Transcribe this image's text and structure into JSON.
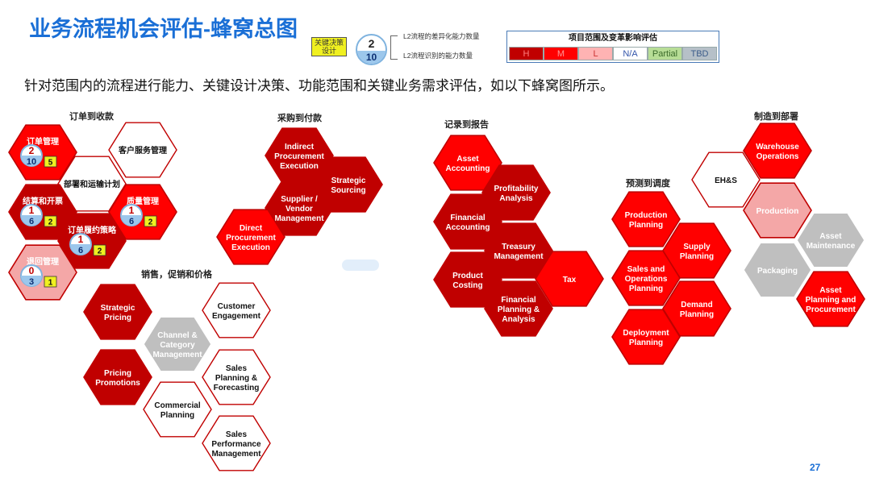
{
  "title": "业务流程机会评估-蜂窝总图",
  "subtitle": "针对范围内的流程进行能力、关键设计决策、功能范围和关键业务需求评估，如以下蜂窝图所示。",
  "page_number": "27",
  "legend": {
    "key_design": "关键决策设计",
    "count_top": "2",
    "count_bottom": "10",
    "line1": "L2流程的差异化能力数量",
    "line2": "L2流程识别的能力数量",
    "impact_title": "项目范围及变革影响评估",
    "impact_items": [
      {
        "label": "H",
        "bg": "#c00000",
        "fg": "#ff8080"
      },
      {
        "label": "M",
        "bg": "#ff0000",
        "fg": "#ff9a9a"
      },
      {
        "label": "L",
        "bg": "#ffb3b3",
        "fg": "#cc3333"
      },
      {
        "label": "N/A",
        "bg": "#ffffff",
        "fg": "#3355aa"
      },
      {
        "label": "Partial",
        "bg": "#b7dd96",
        "fg": "#3a6a2a"
      },
      {
        "label": "TBD",
        "bg": "#b6c0c8",
        "fg": "#3b5b8a"
      }
    ]
  },
  "groups": {
    "order_to_cash": "订单到收款",
    "procure_to_pay": "采购到付款",
    "record_to_report": "记录到报告",
    "make_to_deploy": "制造到部署",
    "forecast_to_schedule": "预测到调度",
    "sales_pricing": "销售，促销和价格"
  },
  "colors": {
    "H": "#c00000",
    "M": "#ff0000",
    "L": "#f4a7a7",
    "NA": "#ffffff",
    "Partial": "#b7dd96",
    "TBD": "#bfbfbf",
    "outline": "#c00000",
    "title": "#1a6fd6"
  },
  "hexagons": [
    {
      "id": "order-mgmt",
      "label": "订单管理",
      "level": "M",
      "cjk": true,
      "counts": [
        "2",
        "10"
      ],
      "key": "5"
    },
    {
      "id": "customer-service-mgmt",
      "label": "客户服务管理",
      "level": "NA",
      "cjk": true
    },
    {
      "id": "deploy-shipping-planning",
      "label": "部署和运输计划",
      "level": "NA",
      "cjk": true
    },
    {
      "id": "settlement-invoicing",
      "label": "结算和开票",
      "level": "H",
      "cjk": true,
      "counts": [
        "1",
        "6"
      ],
      "key": "2"
    },
    {
      "id": "quality-mgmt",
      "label": "质量管理",
      "level": "M",
      "cjk": true,
      "counts": [
        "1",
        "6"
      ],
      "key": "2"
    },
    {
      "id": "order-fulfillment-strategy",
      "label": "订单履约策略",
      "level": "H",
      "cjk": true,
      "counts": [
        "1",
        "6"
      ],
      "key": "2"
    },
    {
      "id": "returns-mgmt",
      "label": "退回管理",
      "level": "L",
      "cjk": true,
      "counts": [
        "0",
        "3"
      ],
      "key": "1"
    },
    {
      "id": "indirect-procurement-execution",
      "label": "Indirect Procurement Execution",
      "level": "H"
    },
    {
      "id": "strategic-sourcing",
      "label": "Strategic Sourcing",
      "level": "H"
    },
    {
      "id": "supplier-vendor-mgmt",
      "label": "Supplier / Vendor Management",
      "level": "H"
    },
    {
      "id": "direct-procurement-execution",
      "label": "Direct Procurement Execution",
      "level": "M"
    },
    {
      "id": "asset-accounting",
      "label": "Asset Accounting",
      "level": "M"
    },
    {
      "id": "profitability-analysis",
      "label": "Profitability Analysis",
      "level": "H"
    },
    {
      "id": "financial-accounting",
      "label": "Financial Accounting",
      "level": "H"
    },
    {
      "id": "treasury-mgmt",
      "label": "Treasury Management",
      "level": "H"
    },
    {
      "id": "product-costing",
      "label": "Product Costing",
      "level": "H"
    },
    {
      "id": "tax",
      "label": "Tax",
      "level": "M"
    },
    {
      "id": "financial-planning-analysis",
      "label": "Financial Planning & Analysis",
      "level": "H"
    },
    {
      "id": "strategic-pricing",
      "label": "Strategic Pricing",
      "level": "H"
    },
    {
      "id": "customer-engagement",
      "label": "Customer Engagement",
      "level": "NA"
    },
    {
      "id": "channel-category-mgmt",
      "label": "Channel & Category Management",
      "level": "TBD"
    },
    {
      "id": "pricing-promotions",
      "label": "Pricing Promotions",
      "level": "H"
    },
    {
      "id": "sales-planning-forecasting",
      "label": "Sales Planning & Forecasting",
      "level": "NA"
    },
    {
      "id": "commercial-planning",
      "label": "Commercial Planning",
      "level": "NA"
    },
    {
      "id": "sales-performance-mgmt",
      "label": "Sales Performance Management",
      "level": "NA"
    },
    {
      "id": "production-planning",
      "label": "Production Planning",
      "level": "M"
    },
    {
      "id": "supply-planning",
      "label": "Supply Planning",
      "level": "M"
    },
    {
      "id": "sales-operations-planning",
      "label": "Sales and Operations Planning",
      "level": "M"
    },
    {
      "id": "demand-planning",
      "label": "Demand Planning",
      "level": "M"
    },
    {
      "id": "deployment-planning",
      "label": "Deployment Planning",
      "level": "M"
    },
    {
      "id": "ehs",
      "label": "EH&S",
      "level": "NA"
    },
    {
      "id": "warehouse-operations",
      "label": "Warehouse Operations",
      "level": "M"
    },
    {
      "id": "production",
      "label": "Production",
      "level": "L"
    },
    {
      "id": "asset-maintenance",
      "label": "Asset Maintenance",
      "level": "TBD"
    },
    {
      "id": "packaging",
      "label": "Packaging",
      "level": "TBD"
    },
    {
      "id": "asset-planning-procurement",
      "label": "Asset Planning and Procurement",
      "level": "M"
    }
  ]
}
